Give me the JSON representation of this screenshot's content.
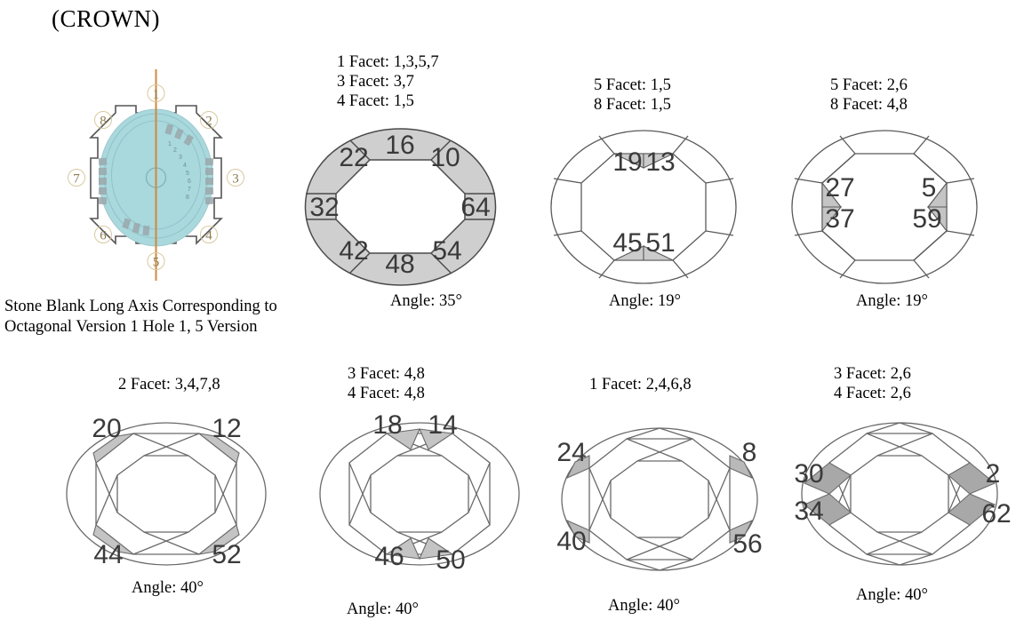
{
  "title": "(CROWN)",
  "holder": {
    "caption_line1": "Stone Blank Long Axis Corresponding to",
    "caption_line2": "Octagonal Version 1 Hole 1, 5 Version",
    "hole_labels": [
      "1",
      "2",
      "3",
      "4",
      "5",
      "6",
      "7",
      "8"
    ],
    "axis_color": "#d08a3c",
    "blank_color": "#a9d8dd"
  },
  "colors": {
    "facet_gray": "#c9c9c9",
    "facet_gray_light": "#d8d8d8",
    "outline": "#555555",
    "number_gray": "#3a3a3a"
  },
  "panels": [
    {
      "id": "octagon-ring",
      "notes": "1 Facet: 1,3,5,7\n3 Facet: 3,7\n4 Facet: 1,5",
      "angle": "Angle: 35°",
      "numbers": [
        "16",
        "10",
        "64",
        "54",
        "48",
        "42",
        "32",
        "22"
      ]
    },
    {
      "id": "octagon-table-topbottom",
      "notes": "5 Facet: 1,5\n8 Facet: 1,5",
      "angle": "Angle: 19°",
      "numbers": [
        "19",
        "13",
        "45",
        "51"
      ]
    },
    {
      "id": "octagon-table-sides",
      "notes": "5 Facet: 2,6\n8 Facet: 4,8",
      "angle": "Angle: 19°",
      "numbers": [
        "27",
        "5",
        "37",
        "59"
      ]
    },
    {
      "id": "brilliant-girdle-corners",
      "notes": "2 Facet: 3,4,7,8",
      "angle": "Angle: 40°",
      "numbers": [
        "20",
        "12",
        "44",
        "52"
      ]
    },
    {
      "id": "brilliant-upper-lower",
      "notes": "3 Facet: 4,8\n4 Facet: 4,8",
      "angle": "Angle: 40°",
      "numbers": [
        "18",
        "14",
        "46",
        "50"
      ]
    },
    {
      "id": "brilliant-diagonal",
      "notes": "1 Facet: 2,4,6,8",
      "angle": "Angle: 40°",
      "numbers": [
        "24",
        "8",
        "40",
        "56"
      ]
    },
    {
      "id": "brilliant-sides",
      "notes": "3 Facet: 2,6\n4 Facet: 2,6",
      "angle": "Angle: 40°",
      "numbers": [
        "30",
        "2",
        "34",
        "62"
      ]
    }
  ]
}
